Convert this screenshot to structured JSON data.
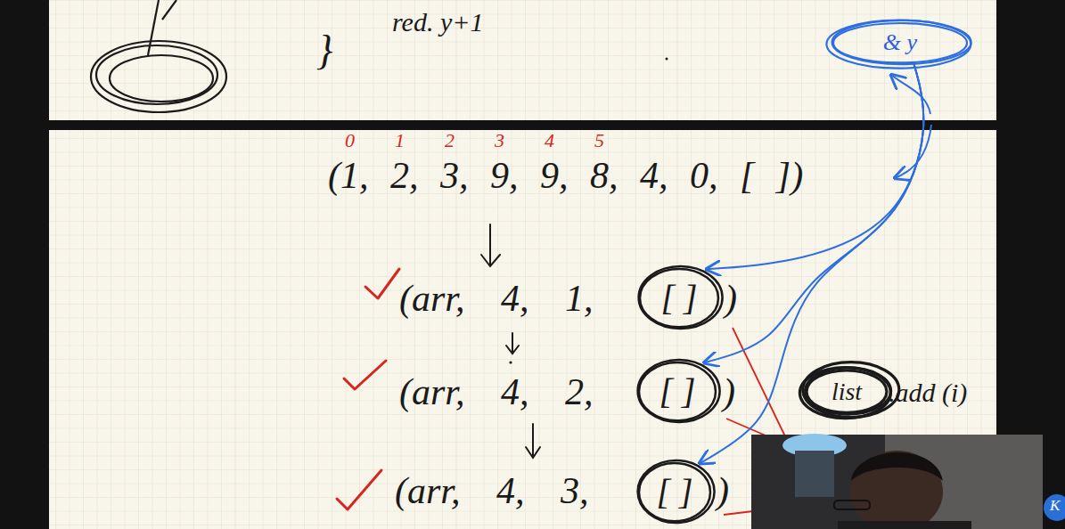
{
  "diagram": {
    "nodes": [
      {
        "text": [
          "& y"
        ]
      },
      {
        "text": [
          "[ ]"
        ]
      },
      {
        "text": [
          "[ ]"
        ]
      },
      {
        "text": [
          "list"
        ]
      },
      {
        "text": [
          "[ ]"
        ]
      }
    ],
    "edges": [
      {
        "from": 0,
        "to": 1,
        "arrow": "to"
      },
      {
        "from": 0,
        "to": 2,
        "arrow": "to"
      },
      {
        "from": 0,
        "to": 4,
        "arrow": "to"
      }
    ],
    "labels": [
      "}",
      "red. y+1",
      "0",
      "1",
      "2",
      "3",
      "4",
      "5",
      "(1, 2, 3, 9, 9, 8, 4, 0, [ ])",
      "(arr, 4, 1,",
      ")",
      "(arr, 4, 2,",
      ")",
      ".add (i)",
      "(arr, 4, 3,",
      ")",
      "K"
    ]
  }
}
